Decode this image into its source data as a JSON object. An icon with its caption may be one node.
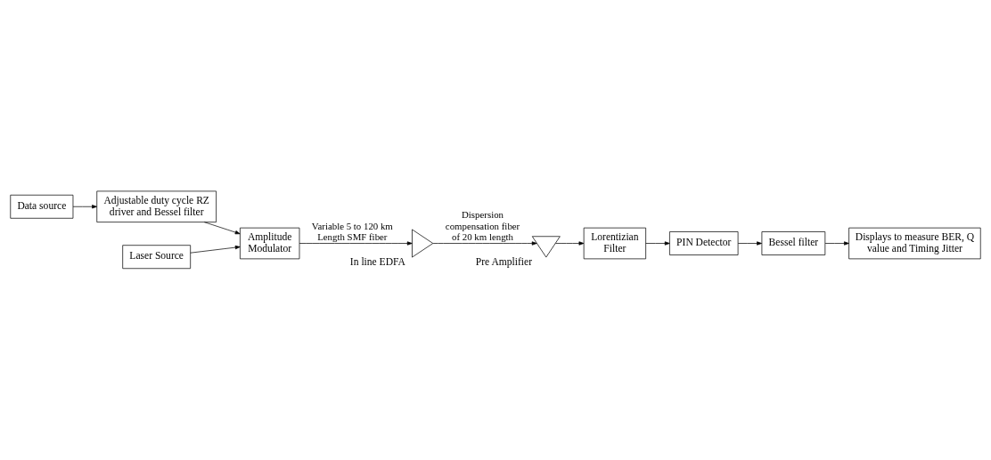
{
  "diagram": {
    "nodes": [
      {
        "text": [
          "Data source"
        ]
      },
      {
        "text": [
          "Adjustable duty cycle RZ driver and Bessel filter"
        ]
      },
      {
        "text": [
          "Laser Source"
        ]
      },
      {
        "text": [
          "Amplitude Modulator"
        ]
      },
      {
        "text": [
          "In line EDFA"
        ]
      },
      {
        "text": [
          "Pre Amplifier"
        ]
      },
      {
        "text": [
          "Lorentizian Filter"
        ]
      },
      {
        "text": [
          "PIN Detector"
        ]
      },
      {
        "text": [
          "Bessel filter"
        ]
      },
      {
        "text": [
          "Displays to measure BER, Q value and Timing Jitter"
        ]
      }
    ],
    "edges": [
      {
        "from": 0,
        "to": 1,
        "arrow": "to"
      },
      {
        "from": 1,
        "to": 3,
        "arrow": "to"
      },
      {
        "from": 2,
        "to": 3,
        "arrow": "to"
      },
      {
        "from": 3,
        "to": 4,
        "arrow": "to",
        "label": "Variable 5 to 120 km Length SMF fiber"
      },
      {
        "from": 4,
        "to": 5,
        "arrow": "to",
        "label": "Dispersion compensation fiber of 20 km length"
      },
      {
        "from": 5,
        "to": 6,
        "arrow": "to"
      },
      {
        "from": 6,
        "to": 7,
        "arrow": "to"
      },
      {
        "from": 7,
        "to": 8,
        "arrow": "to"
      },
      {
        "from": 8,
        "to": 9,
        "arrow": "to"
      }
    ]
  }
}
